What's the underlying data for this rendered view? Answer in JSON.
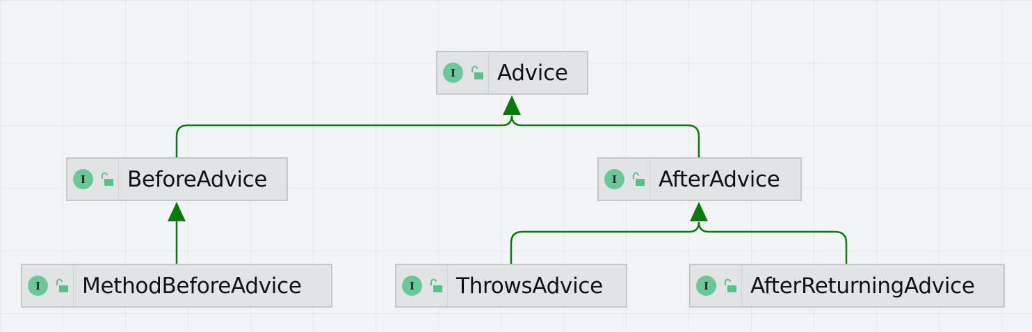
{
  "diagram": {
    "nodes": [
      {
        "id": "advice",
        "kind": "interface",
        "access": "public",
        "label": "Advice"
      },
      {
        "id": "before-advice",
        "kind": "interface",
        "access": "public",
        "label": "BeforeAdvice"
      },
      {
        "id": "after-advice",
        "kind": "interface",
        "access": "public",
        "label": "AfterAdvice"
      },
      {
        "id": "method-before-advice",
        "kind": "interface",
        "access": "public",
        "label": "MethodBeforeAdvice"
      },
      {
        "id": "throws-advice",
        "kind": "interface",
        "access": "public",
        "label": "ThrowsAdvice"
      },
      {
        "id": "after-returning-advice",
        "kind": "interface",
        "access": "public",
        "label": "AfterReturningAdvice"
      }
    ],
    "edges": [
      {
        "from": "before-advice",
        "to": "advice",
        "relation": "extends"
      },
      {
        "from": "after-advice",
        "to": "advice",
        "relation": "extends"
      },
      {
        "from": "method-before-advice",
        "to": "before-advice",
        "relation": "extends"
      },
      {
        "from": "throws-advice",
        "to": "after-advice",
        "relation": "extends"
      },
      {
        "from": "after-returning-advice",
        "to": "after-advice",
        "relation": "extends"
      }
    ],
    "interface_badge": "I",
    "icons": {
      "interface": "interface-icon",
      "access": "public-lock-icon"
    },
    "colors": {
      "edge": "#0a7a0a",
      "badge": "#6bc79a",
      "lock": "#5bbf8c",
      "node_fill": "#e2e3e5",
      "node_border": "#c6c7ca"
    }
  }
}
